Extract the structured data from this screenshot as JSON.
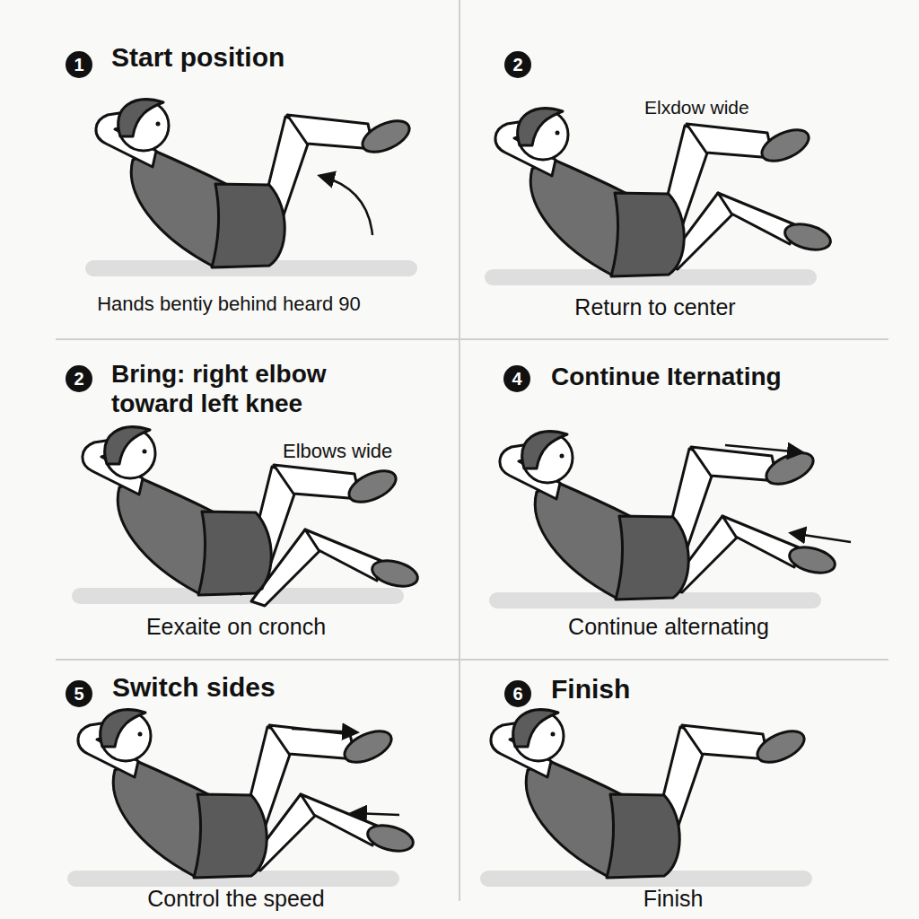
{
  "diagram": {
    "nodes": [
      {
        "text": [
          "1"
        ]
      },
      {
        "text": [
          "2"
        ]
      },
      {
        "text": [
          "2"
        ]
      },
      {
        "text": [
          "4"
        ]
      },
      {
        "text": [
          "5"
        ]
      },
      {
        "text": [
          "6"
        ]
      }
    ],
    "labels": [
      "Start position",
      "Hands bentiy behind heard 90",
      "Elxdow wide",
      "Return to center",
      "Bring: right elbow toward left knee",
      "Elbows wide",
      "Eexaite on cronch",
      "Continue Iternating",
      "Continue alternating",
      "Switch sides",
      "Control the speed",
      "Finish",
      "Finish"
    ]
  }
}
